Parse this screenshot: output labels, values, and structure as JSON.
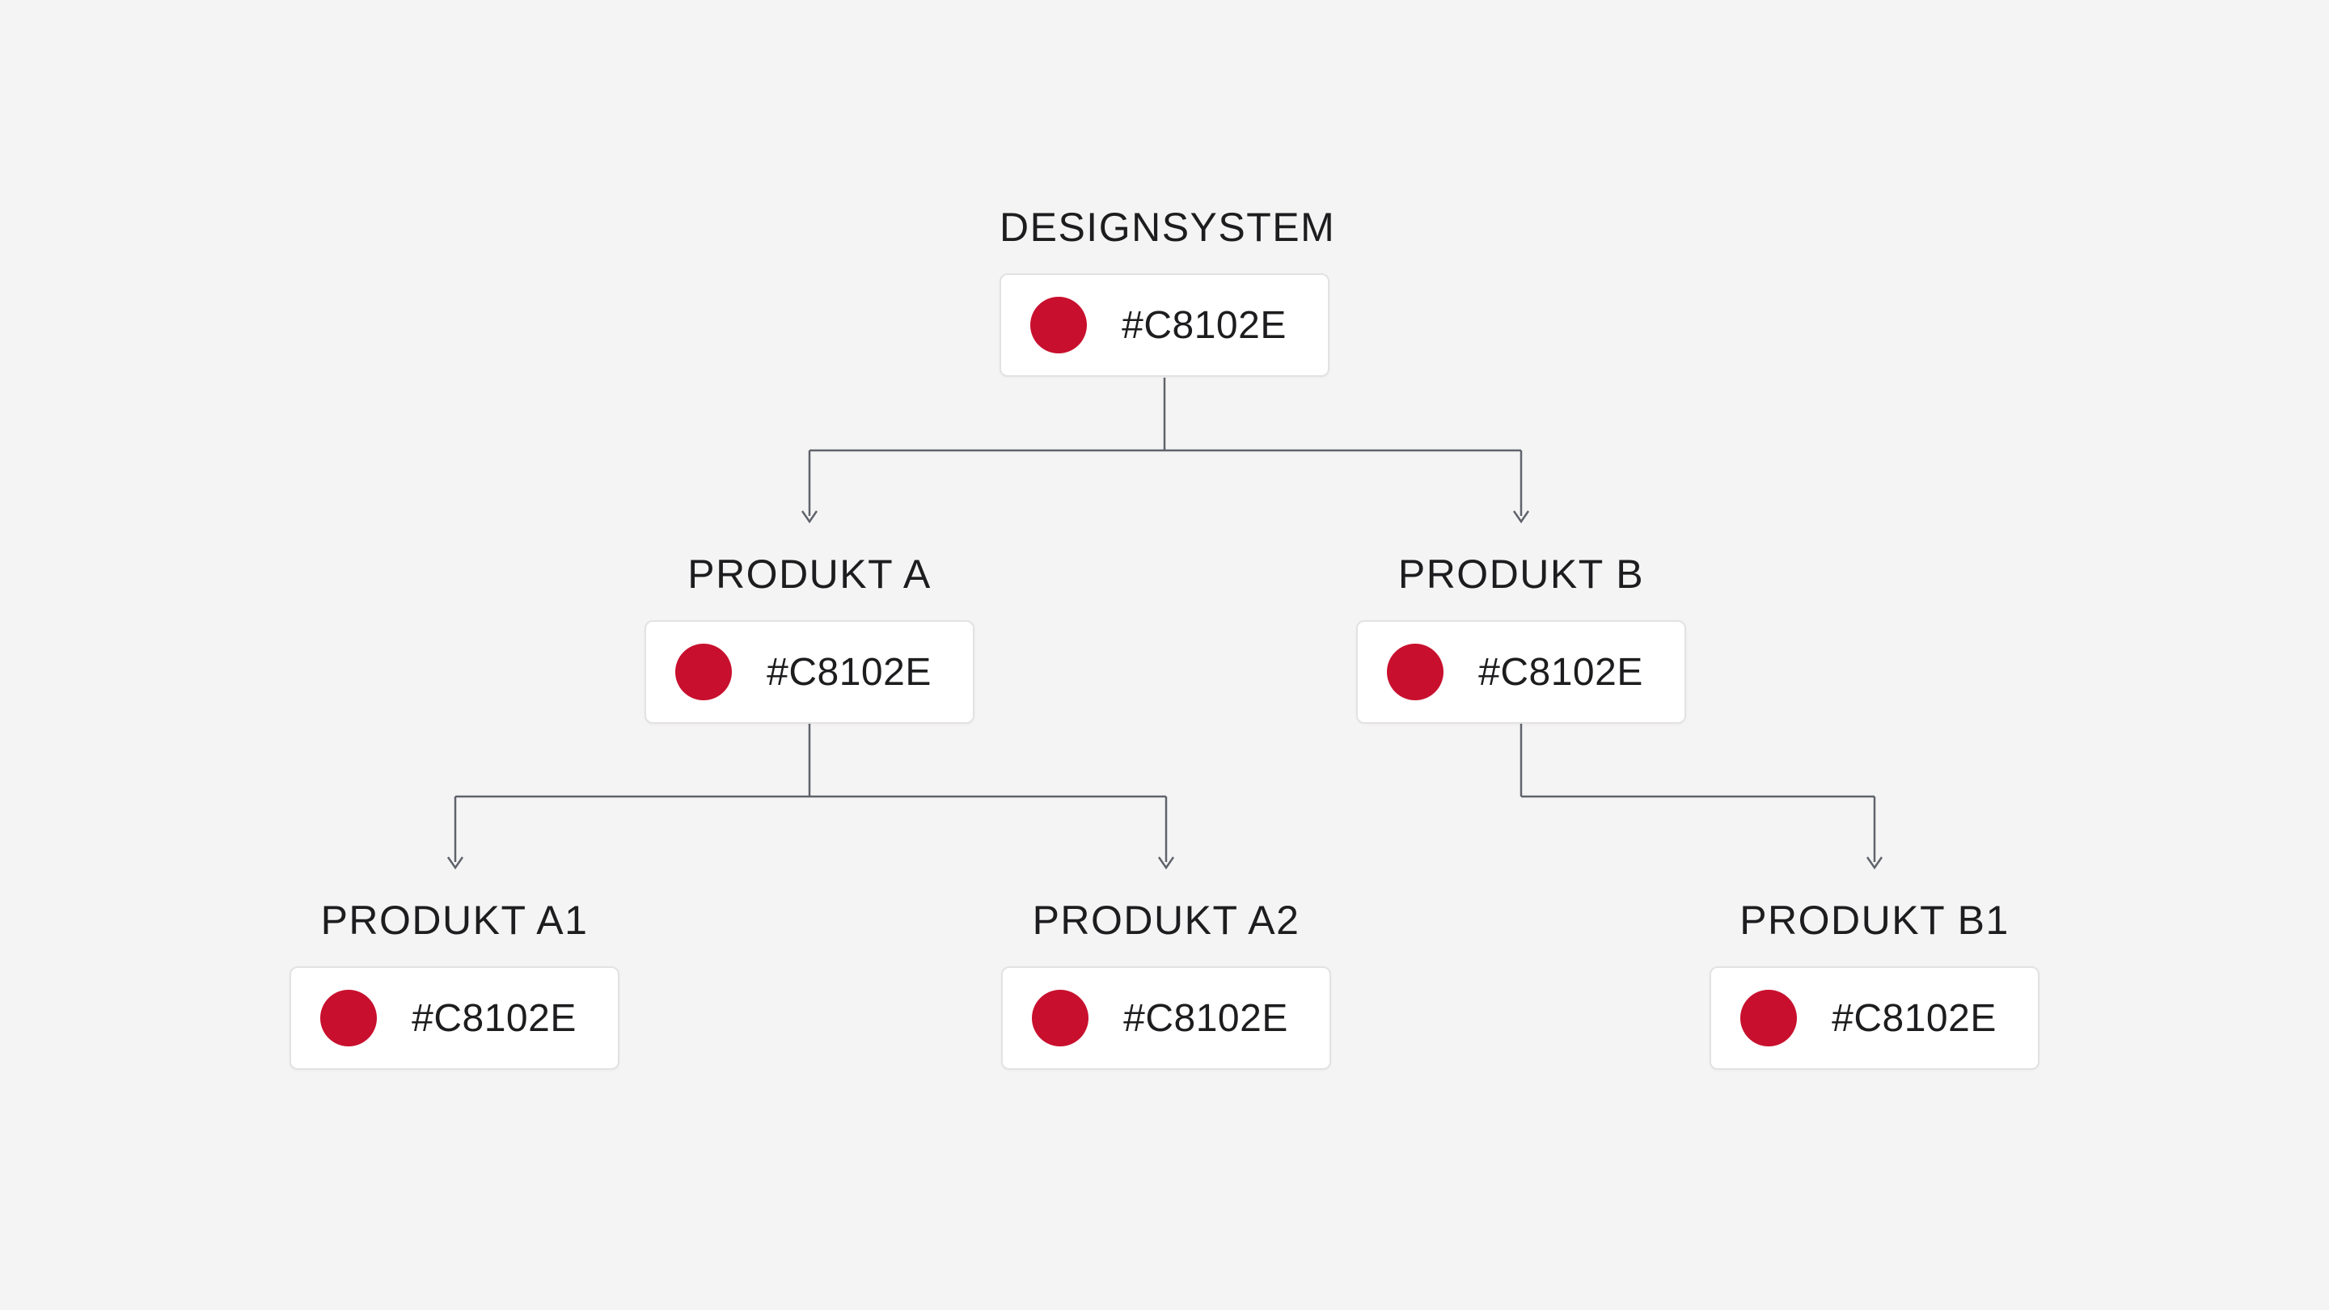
{
  "diagram": {
    "nodes": [
      {
        "id": "designsystem",
        "label": "DESIGNSYSTEM",
        "value": "#C8102E",
        "swatch_color": "#C8102E"
      },
      {
        "id": "produkt-a",
        "label": "PRODUKT A",
        "value": "#C8102E",
        "swatch_color": "#C8102E"
      },
      {
        "id": "produkt-b",
        "label": "PRODUKT B",
        "value": "#C8102E",
        "swatch_color": "#C8102E"
      },
      {
        "id": "produkt-a1",
        "label": "PRODUKT A1",
        "value": "#C8102E",
        "swatch_color": "#C8102E"
      },
      {
        "id": "produkt-a2",
        "label": "PRODUKT A2",
        "value": "#C8102E",
        "swatch_color": "#C8102E"
      },
      {
        "id": "produkt-b1",
        "label": "PRODUKT B1",
        "value": "#C8102E",
        "swatch_color": "#C8102E"
      }
    ],
    "edges": [
      {
        "from": "designsystem",
        "to": "produkt-a"
      },
      {
        "from": "designsystem",
        "to": "produkt-b"
      },
      {
        "from": "produkt-a",
        "to": "produkt-a1"
      },
      {
        "from": "produkt-a",
        "to": "produkt-a2"
      },
      {
        "from": "produkt-b",
        "to": "produkt-b1"
      }
    ],
    "colors": {
      "swatch": "#C8102E",
      "connector": "#5f636b",
      "background": "#f5f4f4",
      "card_border": "#e3e2e2",
      "text": "#1d1d1f"
    }
  }
}
